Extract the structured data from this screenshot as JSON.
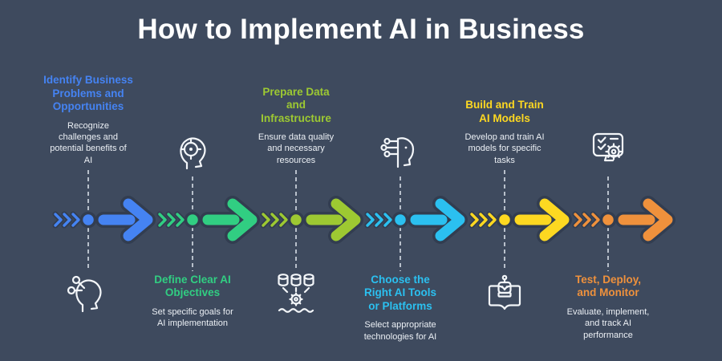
{
  "title": "How to Implement AI in Business",
  "background_color": "#3E4A5E",
  "timeline": {
    "dash_color": "#C6CDD7",
    "outline_color": "#323D50",
    "icon_stroke_color": "#F3F6F9"
  },
  "steps": [
    {
      "title": "Identify Business Problems and Opportunities",
      "description": "Recognize challenges and potential benefits of AI",
      "color": "#4583F2",
      "position": "top",
      "icon": "head-network-icon"
    },
    {
      "title": "Define Clear AI Objectives",
      "description": "Set specific goals for AI implementation",
      "color": "#31CE82",
      "position": "bottom",
      "icon": "head-target-icon"
    },
    {
      "title": "Prepare Data and Infrastructure",
      "description": "Ensure data quality and necessary resources",
      "color": "#9DC932",
      "position": "top",
      "icon": "database-gear-icon"
    },
    {
      "title": "Choose the Right AI Tools or Platforms",
      "description": "Select appropriate technologies for AI",
      "color": "#2BC0F0",
      "position": "bottom",
      "icon": "ai-head-circuit-icon"
    },
    {
      "title": "Build and Train AI Models",
      "description": "Develop and train AI models for specific tasks",
      "color": "#FDD821",
      "position": "top",
      "icon": "robot-book-icon"
    },
    {
      "title": "Test, Deploy, and Monitor",
      "description": "Evaluate, implement, and track AI performance",
      "color": "#EF913C",
      "position": "bottom",
      "icon": "monitor-check-gear-icon"
    }
  ]
}
